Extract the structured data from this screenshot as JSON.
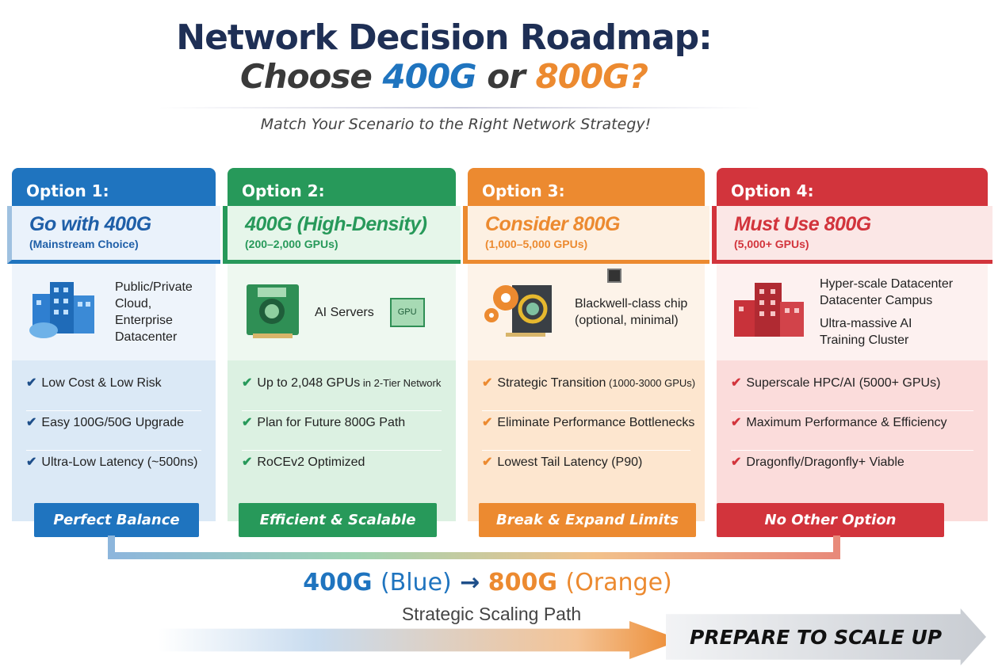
{
  "title": {
    "line1": "Network Decision Roadmap:",
    "choose": "Choose",
    "opt_a": "400G",
    "or": "or",
    "opt_b": "800G?",
    "subtitle": "Match Your Scenario to the Right Network Strategy!"
  },
  "colors": {
    "blue": "#1f74bf",
    "green": "#27995a",
    "orange": "#ec8a30",
    "red": "#d2343c"
  },
  "cards": [
    {
      "option": "Option 1:",
      "heading": "Go with 400G",
      "sub": "(Mainstream Choice)",
      "icon": "buildings-cloud-icon",
      "image_text": [
        "Public/Private",
        "Cloud,",
        "Enterprise",
        "Datacenter"
      ],
      "features": [
        {
          "main": "Low Cost & Low Risk",
          "small": ""
        },
        {
          "main": "Easy 100G/50G Upgrade",
          "small": ""
        },
        {
          "main": "Ultra-Low Latency (~500ns)",
          "small": ""
        }
      ],
      "button": "Perfect Balance"
    },
    {
      "option": "Option 2:",
      "heading": "400G (High-Density)",
      "sub": "(200–2,000 GPUs)",
      "icon": "ai-server-gpu-icon",
      "image_text": [
        "AI Servers"
      ],
      "gpu_label": "GPU",
      "features": [
        {
          "main": "Up to 2,048 GPUs",
          "small": " in 2-Tier Network"
        },
        {
          "main": "Plan for Future 800G Path",
          "small": ""
        },
        {
          "main": "RoCEv2 Optimized",
          "small": ""
        }
      ],
      "button": "Efficient & Scalable"
    },
    {
      "option": "Option 3:",
      "heading": "Consider 800G",
      "sub": "(1,000–5,000 GPUs)",
      "icon": "gears-chip-icon",
      "image_text": [
        "Blackwell-class chip",
        "(optional, minimal)"
      ],
      "features": [
        {
          "main": "Strategic Transition",
          "small": " (1000-3000 GPUs)"
        },
        {
          "main": "Eliminate Performance Bottlenecks",
          "small": ""
        },
        {
          "main": "Lowest Tail Latency (P90)",
          "small": ""
        }
      ],
      "button": "Break & Expand Limits"
    },
    {
      "option": "Option 4:",
      "heading": "Must Use 800G",
      "sub": "(5,000+ GPUs)",
      "icon": "datacenter-campus-icon",
      "image_text": [
        "Hyper-scale Datacenter",
        "Datacenter Campus",
        "",
        "Ultra-massive AI",
        "Training Cluster"
      ],
      "features": [
        {
          "main": "Superscale HPC/AI (5000+ GPUs)",
          "small": ""
        },
        {
          "main": "Maximum Performance & Efficiency",
          "small": ""
        },
        {
          "main": "Dragonfly/Dragonfly+ Viable",
          "small": ""
        }
      ],
      "button": "No Other Option"
    }
  ],
  "path": {
    "a": "400G",
    "a_label": "(Blue)",
    "arrow": "→",
    "b": "800G",
    "b_label": "(Orange)",
    "caption": "Strategic Scaling Path"
  },
  "cta": "PREPARE TO SCALE UP"
}
